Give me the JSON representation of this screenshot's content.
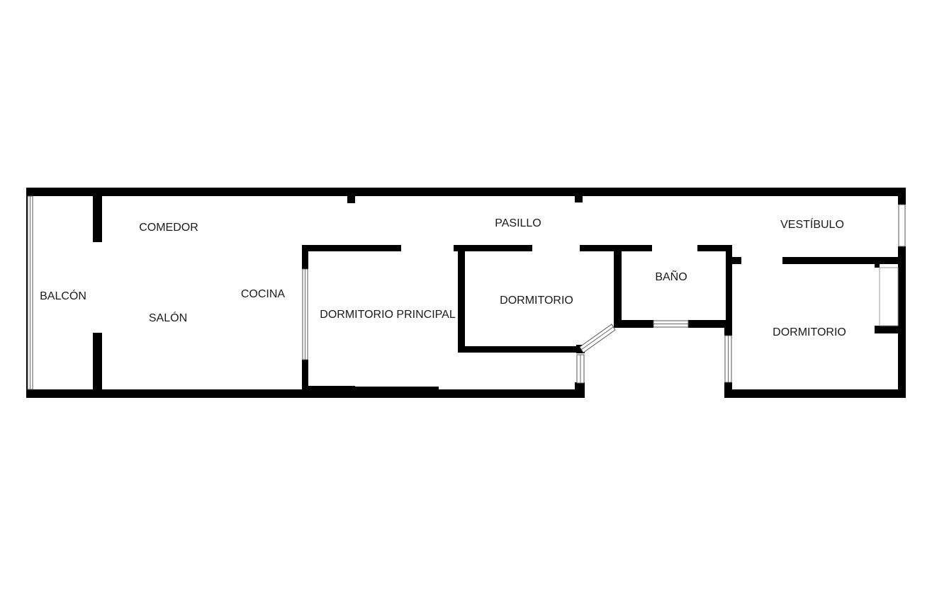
{
  "rooms": {
    "balcon": "BALCÓN",
    "comedor": "COMEDOR",
    "salon": "SALÓN",
    "cocina": "COCINA",
    "pasillo": "PASILLO",
    "dormitorio_principal": "DORMITORIO PRINCIPAL",
    "dormitorio_centro": "DORMITORIO",
    "bano": "BAÑO",
    "vestibulo": "VESTÍBULO",
    "dormitorio_derecha": "DORMITORIO"
  },
  "colors": {
    "wall": "#000000",
    "background": "#ffffff",
    "label": "#1a1a1a"
  }
}
